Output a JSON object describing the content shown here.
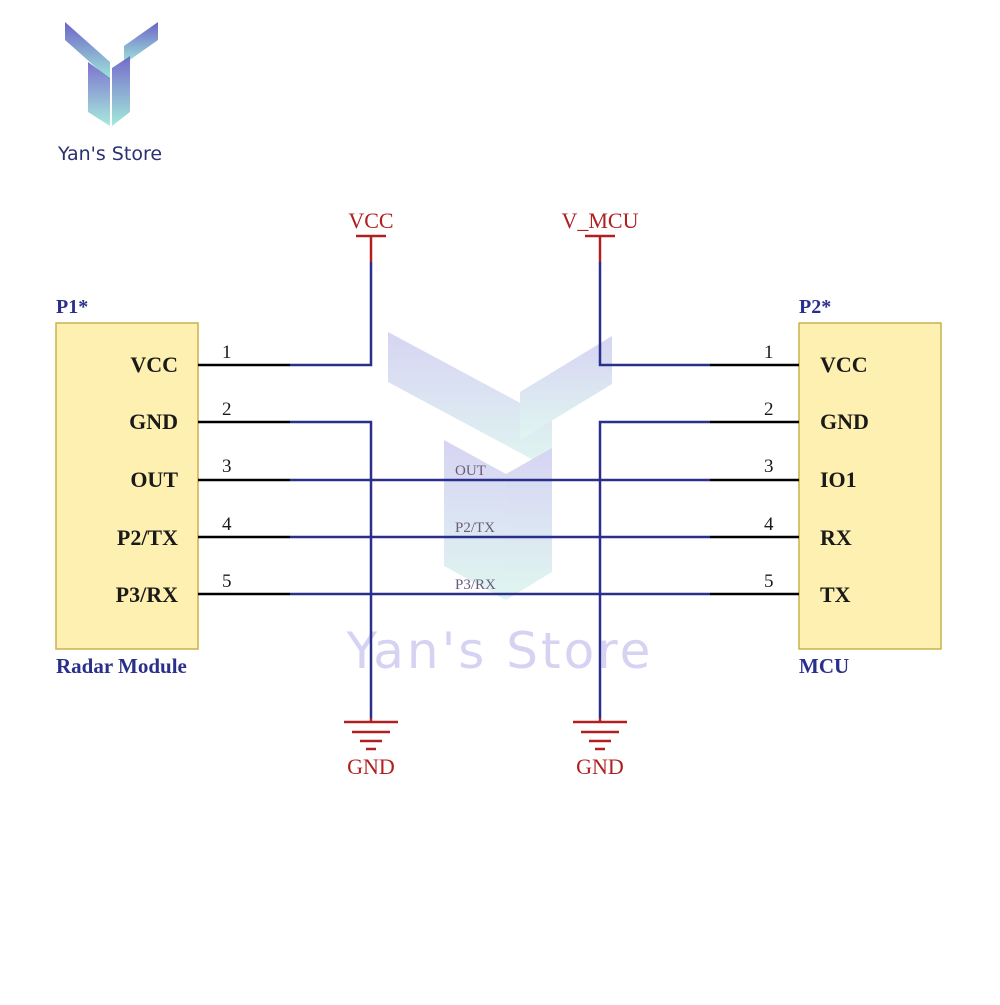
{
  "brand": {
    "name": "Yan's Store"
  },
  "watermark": {
    "text": "Yan's Store"
  },
  "power": {
    "vcc_label": "VCC",
    "vmcu_label": "V_MCU"
  },
  "ground": {
    "left_label": "GND",
    "right_label": "GND"
  },
  "left_connector": {
    "ref": "P1*",
    "caption": "Radar Module",
    "pins": [
      {
        "num": "1",
        "name": "VCC"
      },
      {
        "num": "2",
        "name": "GND"
      },
      {
        "num": "3",
        "name": "OUT"
      },
      {
        "num": "4",
        "name": "P2/TX"
      },
      {
        "num": "5",
        "name": "P3/RX"
      }
    ]
  },
  "right_connector": {
    "ref": "P2*",
    "caption": "MCU",
    "pins": [
      {
        "num": "1",
        "name": "VCC"
      },
      {
        "num": "2",
        "name": "GND"
      },
      {
        "num": "3",
        "name": "IO1"
      },
      {
        "num": "4",
        "name": "RX"
      },
      {
        "num": "5",
        "name": "TX"
      }
    ]
  },
  "net_labels": [
    "OUT",
    "P2/TX",
    "P3/RX"
  ],
  "colors": {
    "wire": "#2b2f8c",
    "pin_line": "#000000",
    "power_red": "#b02020",
    "box_fill": "#fdf0b0",
    "box_border": "#c9b24a",
    "caption_blue": "#2b2f8c"
  }
}
